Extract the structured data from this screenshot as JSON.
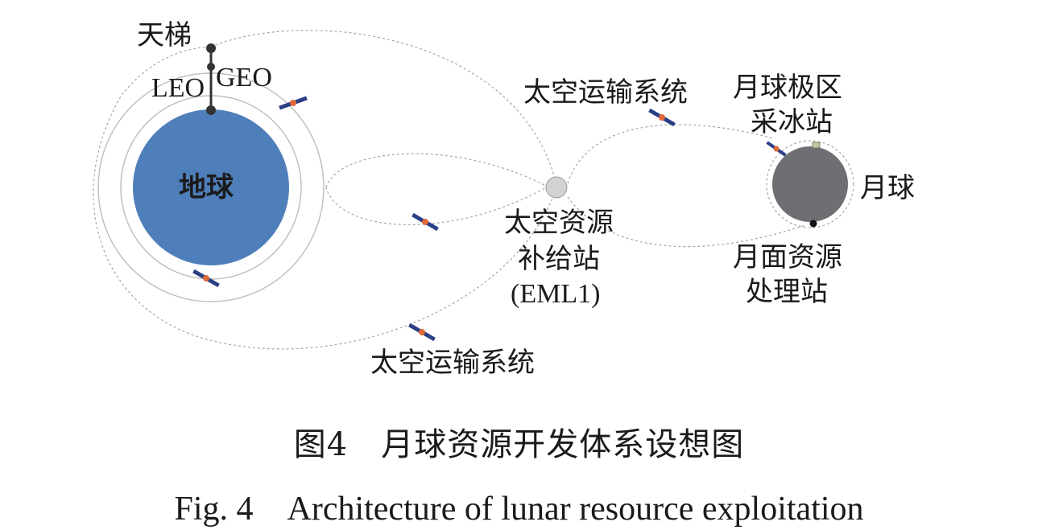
{
  "diagram": {
    "labels": {
      "space_elevator": "天梯",
      "geo": "GEO",
      "leo": "LEO",
      "earth": "地球",
      "transport_top": "太空运输系统",
      "transport_bottom": "太空运输系统",
      "lunar_polar_ice_line1": "月球极区",
      "lunar_polar_ice_line2": "采冰站",
      "moon": "月球",
      "eml1_line1": "太空资源",
      "eml1_line2": "补给站",
      "eml1_line3": "(EML1)",
      "lunar_surface_line1": "月面资源",
      "lunar_surface_line2": "处理站"
    },
    "colors": {
      "earth": "#4f7fba",
      "moon": "#6e6e73",
      "station": "#d2d2d2",
      "satellite_panel": "#2a3f86",
      "satellite_body": "#e06a3a",
      "orbit_line": "#a6a6a6"
    }
  },
  "caption": {
    "chinese": "图4　月球资源开发体系设想图",
    "english": "Fig. 4　Architecture of lunar resource exploitation"
  }
}
